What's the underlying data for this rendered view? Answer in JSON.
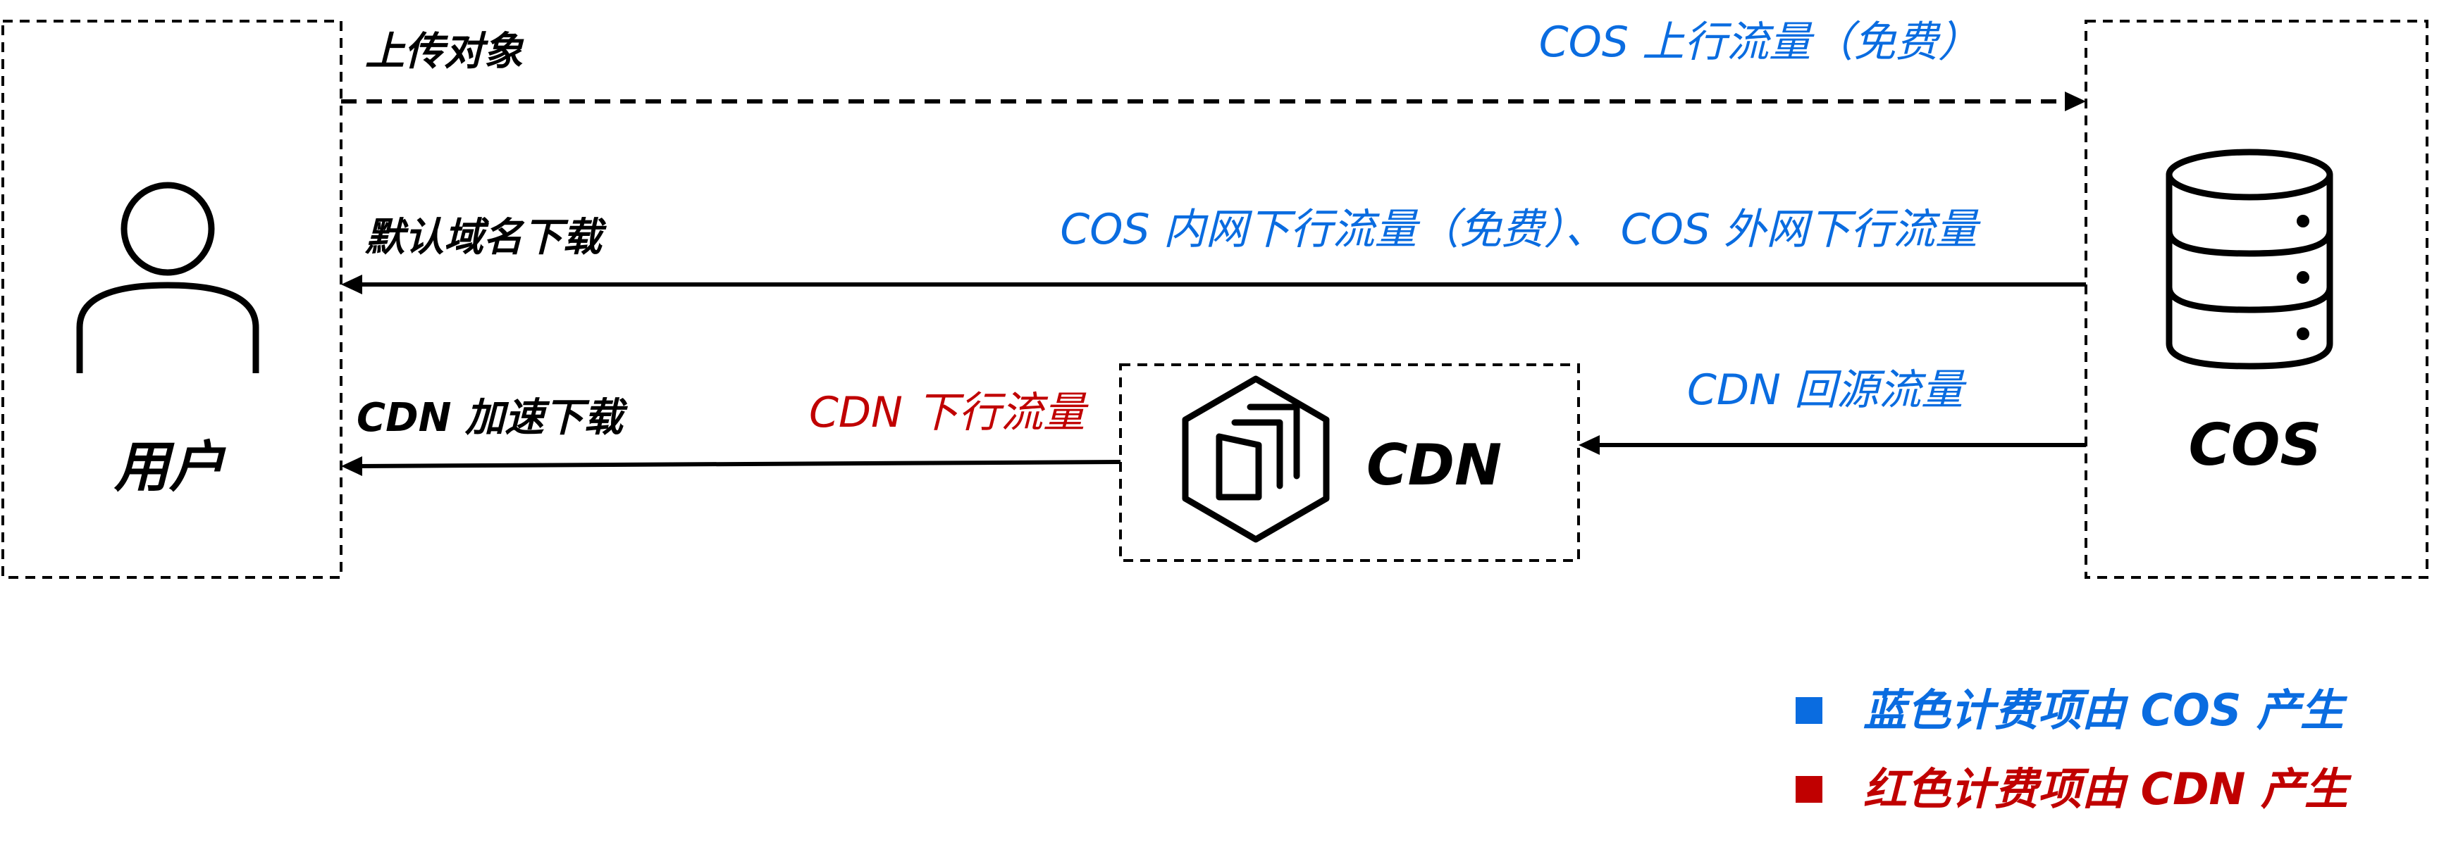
{
  "nodes": {
    "user": {
      "label": "用户"
    },
    "cdn": {
      "label": "CDN"
    },
    "cos": {
      "label": "COS"
    }
  },
  "edges": {
    "upload": {
      "label": "上传对象",
      "traffic": "COS 上行流量（免费）"
    },
    "default_download": {
      "label": "默认域名下载",
      "traffic": "COS 内网下行流量（免费）、 COS 外网下行流量"
    },
    "cdn_download": {
      "label": "CDN 加速下载",
      "traffic": "CDN 下行流量"
    },
    "cdn_origin": {
      "traffic": "CDN 回源流量"
    }
  },
  "legend": {
    "blue": {
      "text": "蓝色计费项由 COS  产生",
      "color": "#0a6ce0"
    },
    "red": {
      "text": "红色计费项由 CDN  产生",
      "color": "#c00000"
    }
  },
  "icons": {
    "user": "person-icon",
    "cdn": "cdn-hexagon-icon",
    "cos": "database-icon"
  }
}
